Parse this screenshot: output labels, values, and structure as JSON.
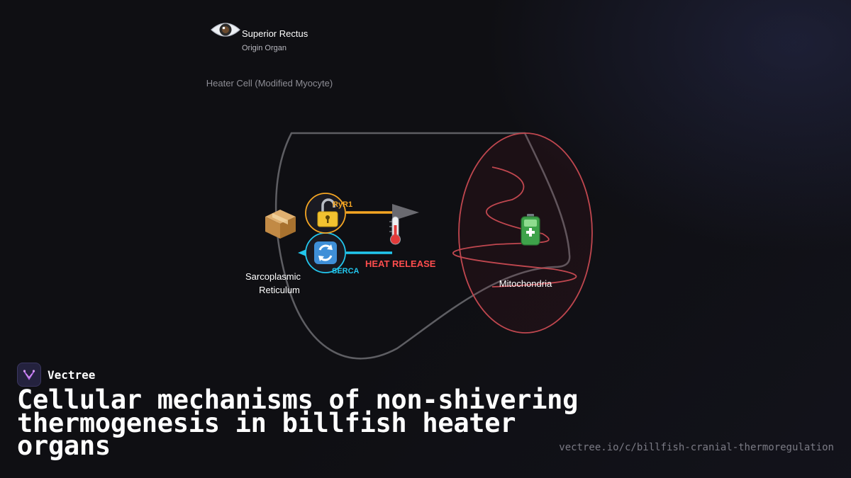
{
  "brand": {
    "name": "Vectree",
    "logo_icon": "vectree-logo-icon"
  },
  "title": "Cellular mechanisms of non-shivering thermogenesis in billfish heater organs",
  "footer_url": "vectree.io/c/billfish-cranial-thermoregulation",
  "diagram": {
    "origin": {
      "icon": "eye-icon",
      "name": "Superior Rectus",
      "caption": "Origin Organ"
    },
    "cell_label": "Heater Cell (Modified Myocyte)",
    "sr": {
      "icon": "box-icon",
      "label_line1": "Sarcoplasmic",
      "label_line2": "Reticulum"
    },
    "ryr1": {
      "icon": "unlock-icon",
      "label": "RyR1",
      "color": "#f5a623"
    },
    "serca": {
      "icon": "cycle-arrows-icon",
      "label": "SERCA",
      "color": "#22c7ee"
    },
    "heat": {
      "icon": "thermometer-icon",
      "label": "HEAT RELEASE",
      "color": "#ff4d4d"
    },
    "mitochondria": {
      "icon": "battery-icon",
      "label": "Mitochondria",
      "color": "#c0474f"
    }
  }
}
